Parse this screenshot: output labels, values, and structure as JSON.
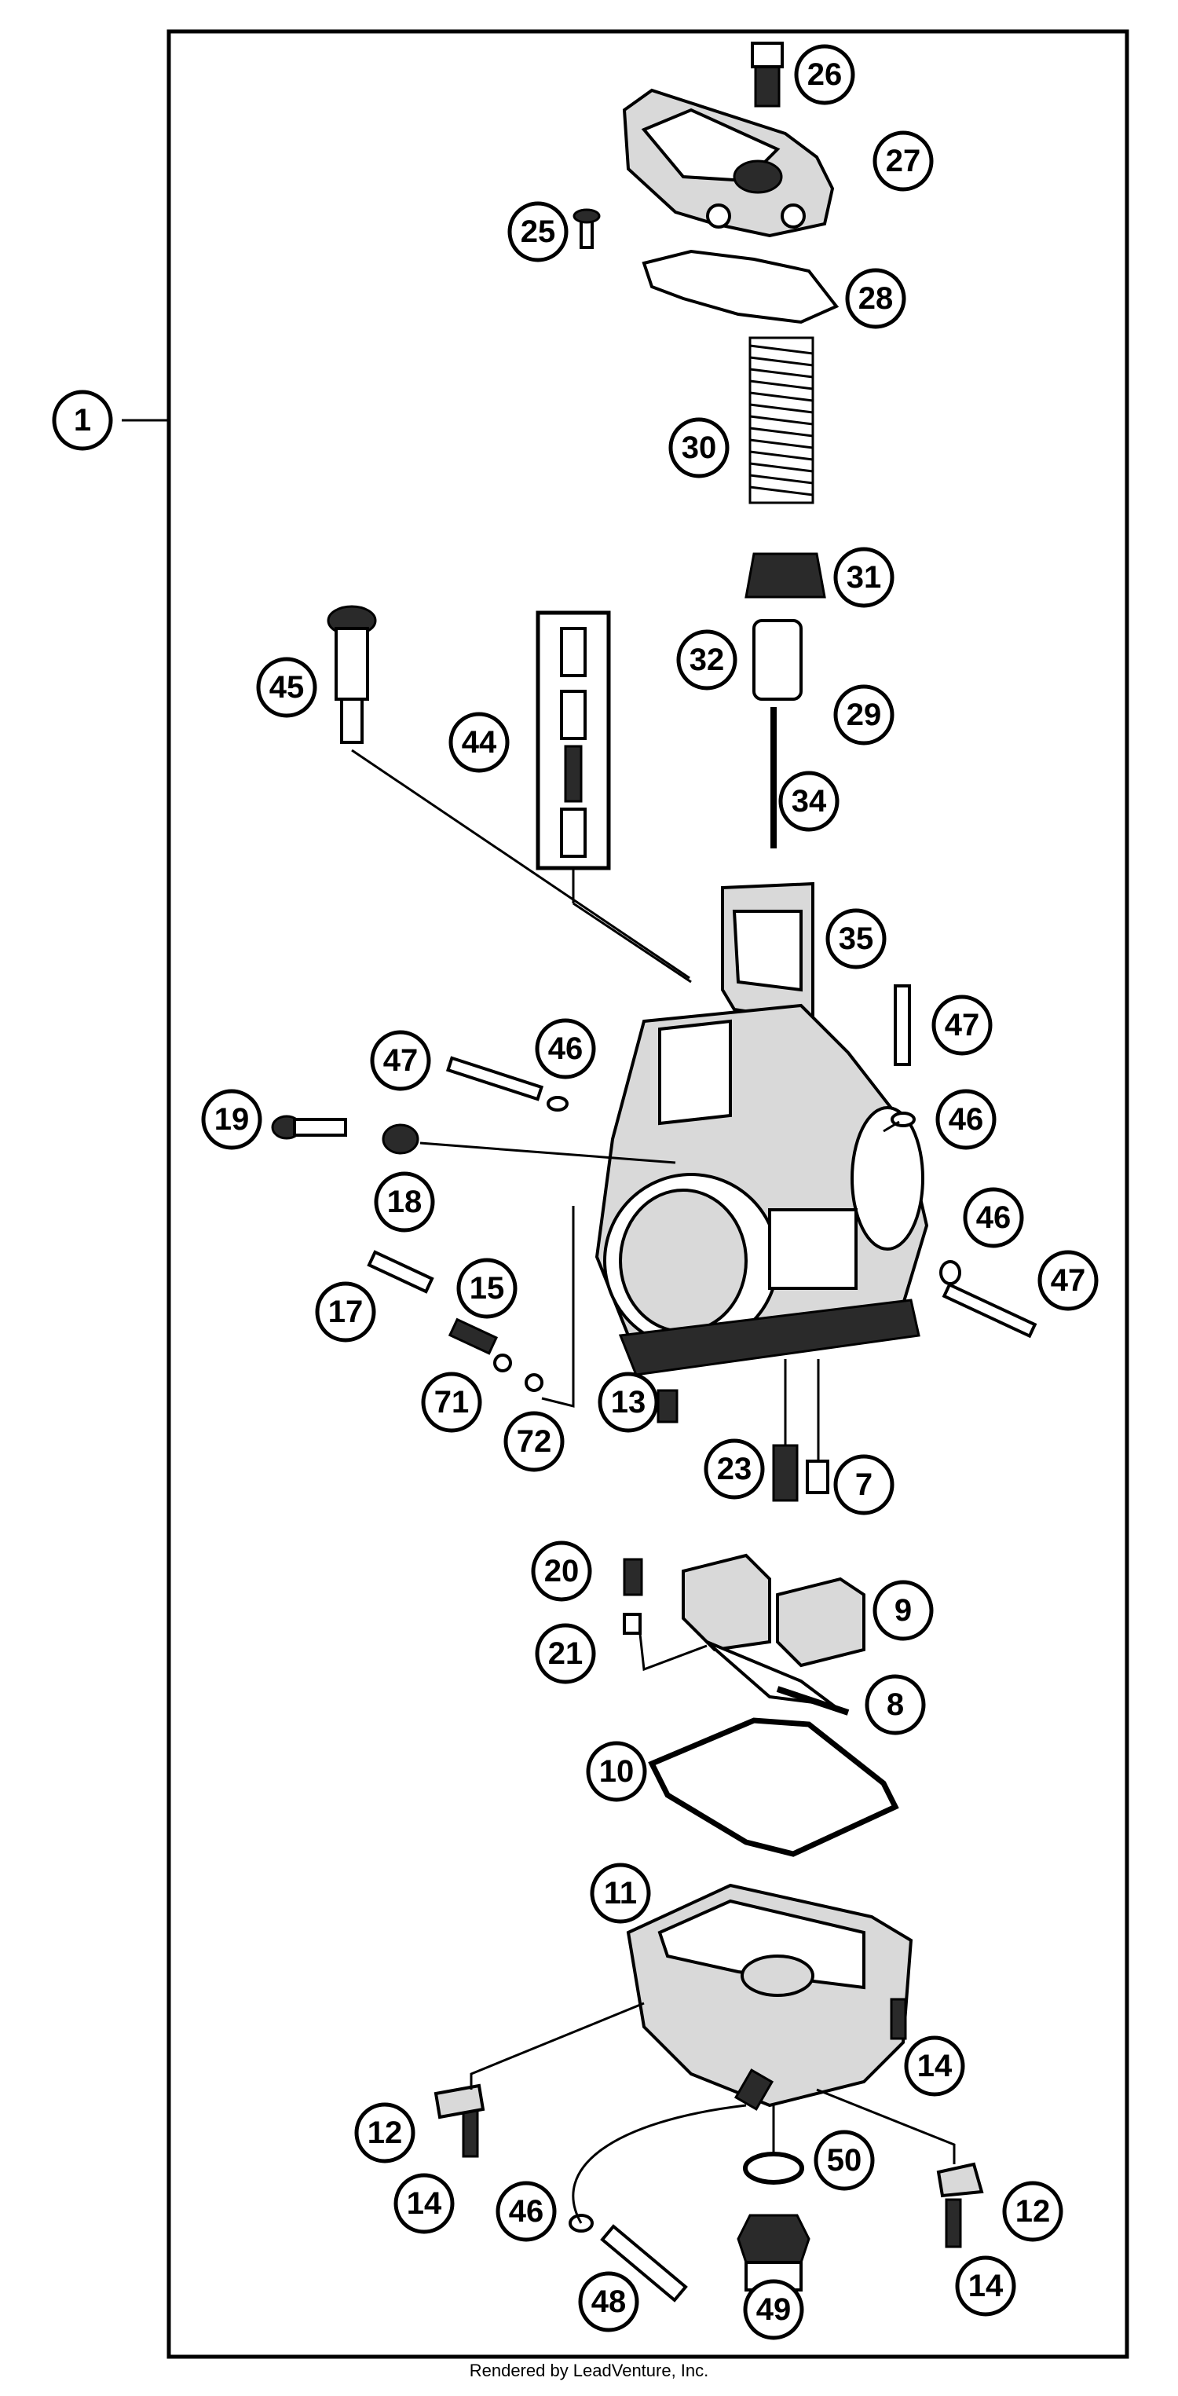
{
  "footer_text": "Rendered by LeadVenture, Inc.",
  "callouts": [
    "1",
    "26",
    "27",
    "25",
    "28",
    "30",
    "31",
    "45",
    "44",
    "32",
    "29",
    "34",
    "35",
    "47",
    "46",
    "47",
    "46",
    "19",
    "18",
    "46",
    "47",
    "17",
    "15",
    "71",
    "72",
    "13",
    "23",
    "7",
    "20",
    "9",
    "21",
    "8",
    "10",
    "11",
    "14",
    "12",
    "14",
    "50",
    "12",
    "46",
    "48",
    "49",
    "14"
  ],
  "colors": {
    "line": "#000000",
    "background": "#ffffff",
    "fill_dark": "#2a2a2a",
    "fill_grey": "#d9d9d9"
  }
}
